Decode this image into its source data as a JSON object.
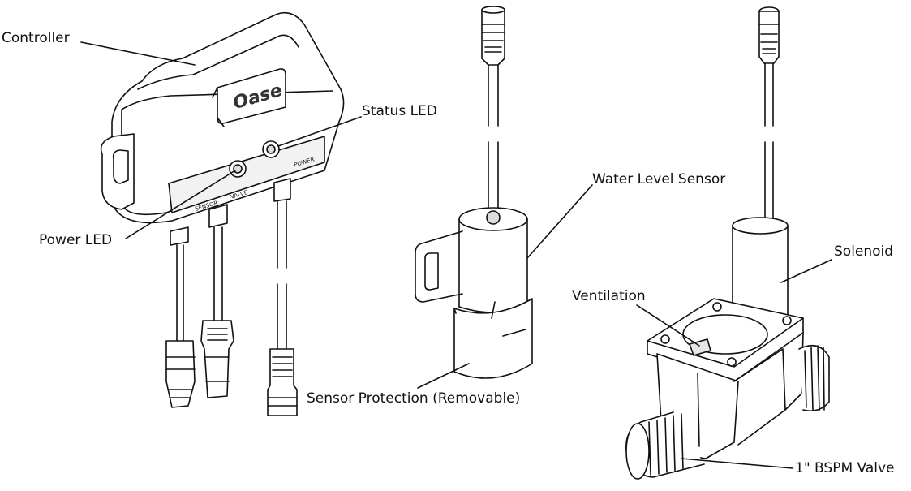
{
  "brand": "Oase",
  "panel_labels": {
    "sensor": "SENSOR",
    "valve": "VALVE",
    "power": "POWER"
  },
  "callouts": {
    "controller": "Controller",
    "status_led": "Status LED",
    "power_led": "Power LED",
    "water_level_sensor": "Water Level Sensor",
    "sensor_protection": "Sensor Protection (Removable)",
    "solenoid": "Solenoid",
    "ventilation": "Ventilation",
    "valve": "1\" BSPM Valve"
  },
  "colors": {
    "ink": "#111111",
    "paper": "#ffffff",
    "shade": "#e6e6e6"
  }
}
